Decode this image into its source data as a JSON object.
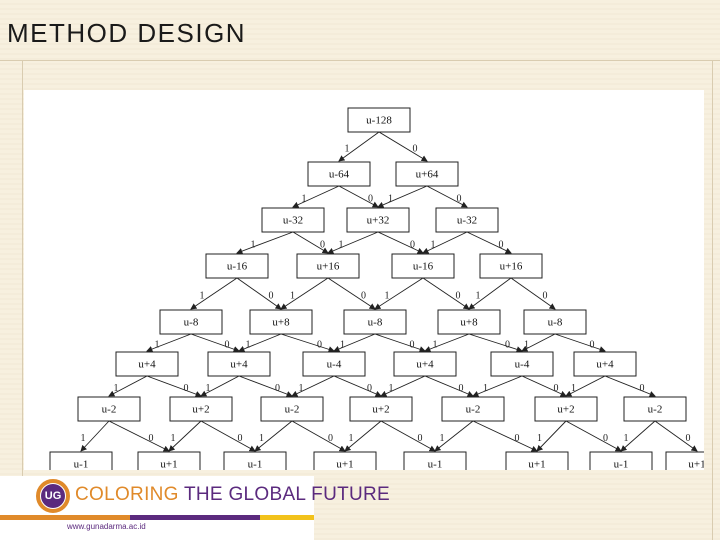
{
  "slide": {
    "title": "METHOD DESIGN"
  },
  "footer": {
    "logo_text": "UG",
    "tagline_part1": "COLORING",
    "tagline_part2": " THE GLOBAL FUTURE",
    "url": "www.gunadarma.ac.id",
    "colors": {
      "orange": "#e08a2a",
      "purple": "#5b2a7e"
    }
  },
  "tree": {
    "levels": [
      [
        "u-128"
      ],
      [
        "u-64",
        "u+64"
      ],
      [
        "u-32",
        "u+32",
        "u-32"
      ],
      [
        "u-16",
        "u+16",
        "u-16",
        "u+16"
      ],
      [
        "u-8",
        "u+8",
        "u-8",
        "u+8",
        "u-8"
      ],
      [
        "u+4",
        "u+4",
        "u-4",
        "u+4",
        "u-4",
        "u+4"
      ],
      [
        "u-2",
        "u+2",
        "u-2",
        "u+2",
        "u-2",
        "u+2",
        "u-2"
      ],
      [
        "u-1",
        "u+1",
        "u-1",
        "u+1",
        "u-1",
        "u+1",
        "u-1",
        "u+1"
      ]
    ],
    "branch_labels": {
      "left": "1",
      "right": "0"
    }
  }
}
